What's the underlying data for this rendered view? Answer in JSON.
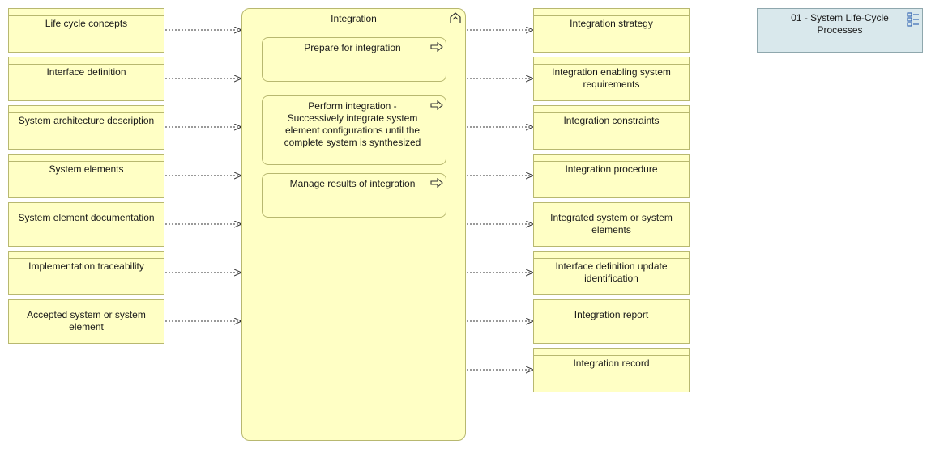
{
  "process": {
    "title": "Integration",
    "icon": "process-icon"
  },
  "subprocesses": [
    {
      "label": "Prepare for integration",
      "icon": "process-arrow-icon"
    },
    {
      "label": "Perform integration - Successively integrate system element configurations until the complete system is synthesized",
      "icon": "process-arrow-icon"
    },
    {
      "label": "Manage results of integration",
      "icon": "process-arrow-icon"
    }
  ],
  "inputs": [
    {
      "label": "Life cycle concepts"
    },
    {
      "label": "Interface definition"
    },
    {
      "label": "System architecture description"
    },
    {
      "label": "System elements"
    },
    {
      "label": "System element documentation"
    },
    {
      "label": "Implementation traceability"
    },
    {
      "label": "Accepted system or system element"
    }
  ],
  "outputs": [
    {
      "label": "Integration strategy"
    },
    {
      "label": "Integration enabling system requirements"
    },
    {
      "label": "Integration constraints"
    },
    {
      "label": "Integration procedure"
    },
    {
      "label": "Integrated system or system elements"
    },
    {
      "label": "Interface definition update identification"
    },
    {
      "label": "Integration report"
    },
    {
      "label": "Integration record"
    }
  ],
  "group": {
    "label": "01 - System Life-Cycle Processes",
    "icon": "grouping-icon"
  },
  "colors": {
    "object_fill": "#ffffc5",
    "object_border": "#b8b870",
    "group_fill": "#d9e8ec",
    "group_border": "#8fa7ad",
    "connector": "#333333"
  }
}
